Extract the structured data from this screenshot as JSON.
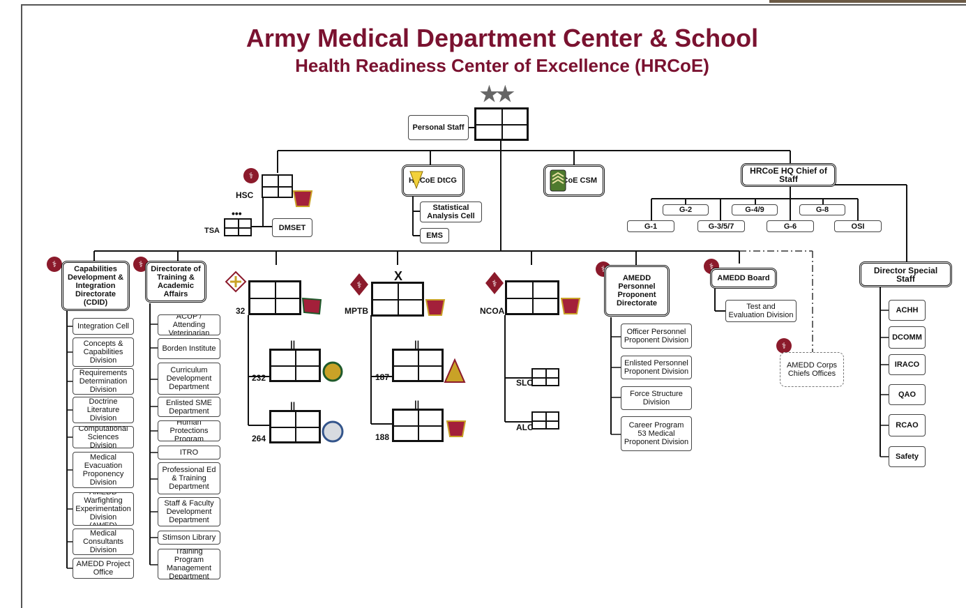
{
  "title": "Army Medical Department Center & School",
  "subtitle": "Health Readiness Center of Excellence (HRCoE)",
  "top": {
    "personal_staff": "Personal Staff",
    "stars": "★★"
  },
  "hsc": {
    "label": "HSC",
    "tsa": "TSA",
    "dots": "•••",
    "dmset": "DMSET"
  },
  "dtcg": {
    "label": "HRCoE DtCG",
    "children": [
      "Statistical Analysis Cell",
      "EMS"
    ]
  },
  "csm": {
    "label": "HRCoE CSM"
  },
  "hq": {
    "label": "HRCoE HQ Chief of Staff",
    "g_top": [
      "G-2",
      "G-4/9",
      "G-8"
    ],
    "g_bottom": [
      "G-1",
      "G-3/5/7",
      "G-6",
      "OSI"
    ]
  },
  "cdid": {
    "label": "Capabilities Development & Integration Directorate (CDID)",
    "children": [
      "Integration Cell",
      "Concepts & Capabilities Division",
      "Requirements Determination Division",
      "Doctrine Literature Division",
      "Computational Sciences Division",
      "Medical Evacuation Proponency Division",
      "AMEDD Warfighting Experimentation Division (AWED)",
      "Medical Consultants Division",
      "AMEDD Project Office"
    ]
  },
  "dotaa": {
    "label": "Directorate of Training & Academic Affairs",
    "children": [
      "ACUP / Attending Veterinarian",
      "Borden Institute",
      "Curriculum Development Department",
      "Enlisted SME Department",
      "Human Protections Program",
      "ITRO",
      "Professional Ed & Training Department",
      "Staff & Faculty Development Department",
      "Stimson Library",
      "Training Program Management Department"
    ]
  },
  "brigade32": {
    "label": "32",
    "sub": [
      "232",
      "264"
    ]
  },
  "mptb": {
    "label": "MPTB",
    "mark": "X",
    "sub": [
      "187",
      "188"
    ]
  },
  "ncoa": {
    "label": "NCOA",
    "sub": [
      "SLC",
      "ALC"
    ]
  },
  "appd": {
    "label": "AMEDD Personnel Proponent Directorate",
    "children": [
      "Officer Personnel Proponent Division",
      "Enlisted Personnel Proponent Division",
      "Force Structure Division",
      "Career Program 53 Medical Proponent Division"
    ]
  },
  "board": {
    "label": "AMEDD Board",
    "children": [
      "Test and Evaluation Division"
    ]
  },
  "corps": {
    "label": "AMEDD Corps Chiefs Offices"
  },
  "special": {
    "label": "Director Special Staff",
    "children": [
      "ACHH",
      "DCOMM",
      "IRACO",
      "QAO",
      "RCAO",
      "Safety"
    ]
  },
  "colors": {
    "title": "#7a1230",
    "emblem": "#8b1a2b",
    "line": "#111111"
  }
}
